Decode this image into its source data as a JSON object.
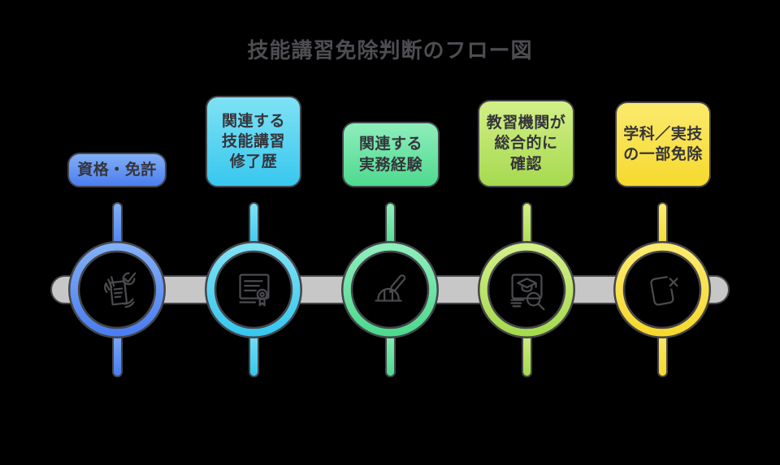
{
  "title": "技能講習免除判断のフロー図",
  "colors": {
    "background": "#000000",
    "title_text": "#4d4d52",
    "label_text": "#35353b",
    "outline": "#45454b",
    "timeline_bar": "#c7c7c7",
    "icon_stroke": "#4a4a50"
  },
  "nodes": [
    {
      "label": "資格・免許",
      "icon": "license-check-icon",
      "color_light": "#82AFF5",
      "color_dark": "#4B7EF0"
    },
    {
      "label": "関連する\n技能講習\n修了歴",
      "icon": "certificate-ribbon-icon",
      "color_light": "#7FE2F4",
      "color_dark": "#38C7EF"
    },
    {
      "label": "関連する\n実務経験",
      "icon": "hardhat-pencil-icon",
      "color_light": "#8EEEBB",
      "color_dark": "#4FD98F"
    },
    {
      "label": "教習機関が\n総合的に\n確認",
      "icon": "screen-gradcap-search-icon",
      "color_light": "#D2EF88",
      "color_dark": "#A6DA4F"
    },
    {
      "label": "学科／実技\nの一部免除",
      "icon": "document-x-icon",
      "color_light": "#FBEA6E",
      "color_dark": "#F6D92E"
    }
  ]
}
